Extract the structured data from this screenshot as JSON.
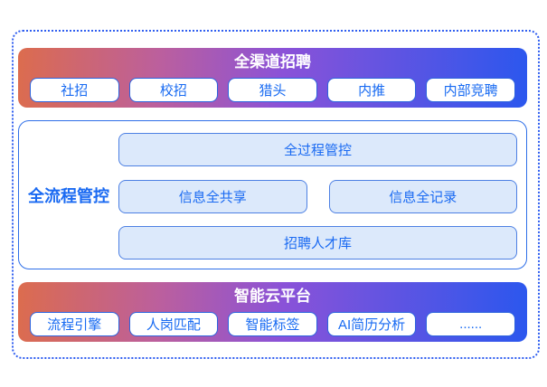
{
  "channels": {
    "title": "全渠道招聘",
    "items": [
      "社招",
      "校招",
      "猎头",
      "内推",
      "内部竞聘"
    ]
  },
  "process": {
    "label": "全流程管控",
    "boxes": {
      "top": "全过程管控",
      "left": "信息全共享",
      "right": "信息全记录",
      "bottom": "招聘人才库"
    }
  },
  "platform": {
    "title": "智能云平台",
    "items": [
      "流程引擎",
      "人岗匹配",
      "智能标签",
      "AI简历分析",
      "......"
    ]
  },
  "colors": {
    "gradient_start": "#dc6c4e",
    "gradient_mid": "#8a52d8",
    "gradient_end": "#2b57ee",
    "accent_blue": "#1a6af2",
    "light_box_fill": "#dce9fb",
    "light_box_border": "#4d80e3",
    "section_border": "#2e6fe8",
    "dotted_border": "#2f5ef0"
  }
}
